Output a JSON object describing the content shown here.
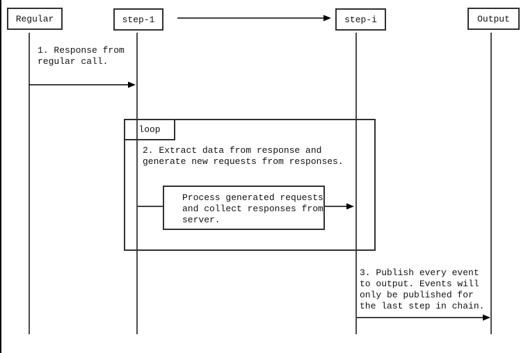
{
  "colors": {
    "background": "#ffffff",
    "line": "#2f2f35",
    "lifeline": "#4a4a4a",
    "arrow": "#000000",
    "text": "#111111"
  },
  "participants": [
    {
      "label": "Regular"
    },
    {
      "label": "step-1"
    },
    {
      "label": "step-i"
    },
    {
      "label": "Output"
    }
  ],
  "loop": {
    "label": "loop"
  },
  "messages": {
    "msg1": "1. Response from\nregular call.",
    "msg2": "2. Extract data from response and\ngenerate new requests from responses.",
    "process": "Process generated requests\nand collect responses from\nserver.",
    "msg3": "3. Publish every event\nto output. Events will\nonly be published for\nthe last step in chain."
  }
}
